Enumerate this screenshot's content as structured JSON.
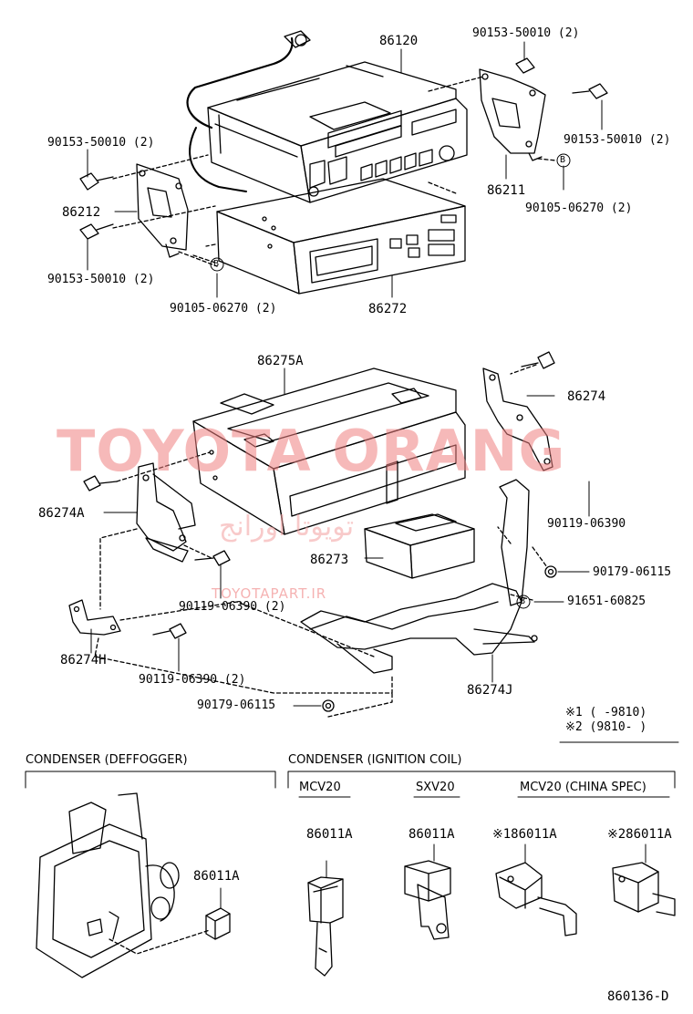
{
  "watermark": {
    "main": "TOYOTA ORANG",
    "arabic": "تويوتا اورانج",
    "url": "TOYOTAPART.IR"
  },
  "parts": {
    "p86120": "86120",
    "p90153_tl": "90153-50010 (2)",
    "p90153_tr": "90153-50010 (2)",
    "p90153_r": "90153-50010 (2)",
    "p90153_l": "90153-50010 (2)",
    "p86212": "86212",
    "p86211": "86211",
    "p90105_r": "90105-06270 (2)",
    "p90105_l": "90105-06270 (2)",
    "p86272": "86272",
    "p86275A": "86275A",
    "p86274": "86274",
    "p86274A": "86274A",
    "p90119_r": "90119-06390",
    "p86273": "86273",
    "p90179_r": "90179-06115",
    "p90119_m": "90119-06390 (2)",
    "p91651": "91651-60825",
    "p86274H": "86274H",
    "p90119_l": "90119-06390 (2)",
    "p86274J": "86274J",
    "p90179_b": "90179-06115",
    "note1": "※1 (      -9810)",
    "note2": "※2 (9810-       )",
    "cond_deff": "CONDENSER (DEFFOGGER)",
    "cond_ign": "CONDENSER (IGNITION COIL)",
    "mcv20": "MCV20",
    "sxv20": "SXV20",
    "mcv20_china": "MCV20 (CHINA SPEC)",
    "c_86011A_deff": "86011A",
    "c_86011A_1": "86011A",
    "c_86011A_2": "86011A",
    "c_86011A_3": "※186011A",
    "c_86011A_4": "※286011A",
    "diagram_id": "860136-D",
    "b_mark": "B"
  }
}
